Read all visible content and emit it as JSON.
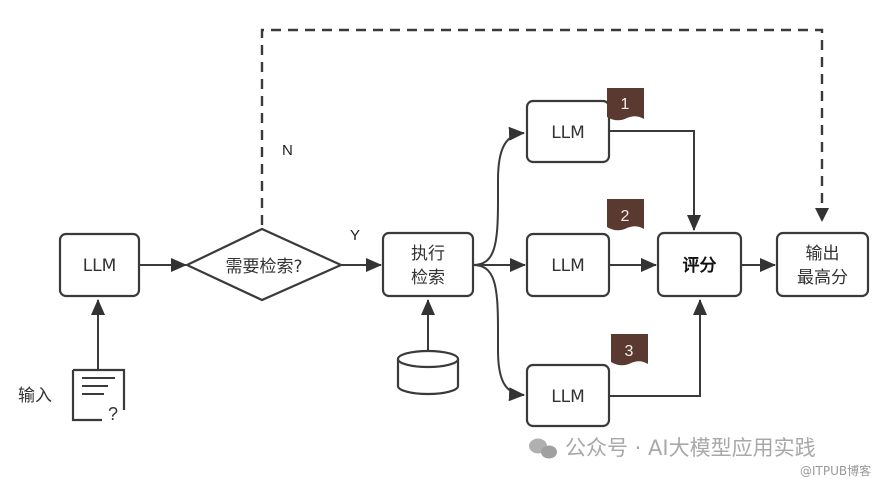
{
  "diagram": {
    "input_label": "输入",
    "llm_main": "LLM",
    "decision": "需要检索?",
    "yes_label": "Y",
    "no_label": "N",
    "retrieve_line1": "执行",
    "retrieve_line2": "检索",
    "llm_branches": [
      {
        "label": "LLM",
        "badge": "1"
      },
      {
        "label": "LLM",
        "badge": "2"
      },
      {
        "label": "LLM",
        "badge": "3"
      }
    ],
    "score": "评分",
    "output_line1": "输出",
    "output_line2": "最高分",
    "badge_color": "#5a3a30"
  },
  "watermark": {
    "main": "公众号 · AI大模型应用实践",
    "sub": "@ITPUB博客"
  }
}
